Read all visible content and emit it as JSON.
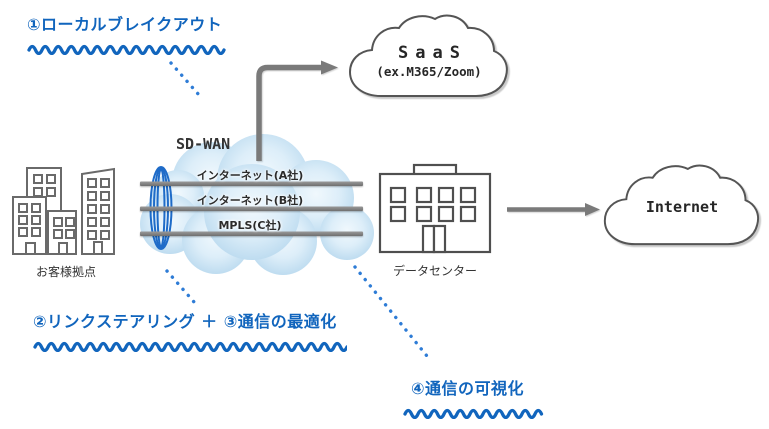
{
  "annotations": {
    "local_breakout": {
      "label": "①ローカルブレイクアウト"
    },
    "link_steering_optimize": {
      "label": "②リンクステアリング ＋ ③通信の最適化"
    },
    "visualization": {
      "label": "④通信の可視化"
    }
  },
  "sdwan": {
    "title": "SD-WAN",
    "links": [
      {
        "label": "インターネット(A社)"
      },
      {
        "label": "インターネット(B社)"
      },
      {
        "label": "MPLS(C社)"
      }
    ]
  },
  "nodes": {
    "customer": {
      "label": "お客様拠点"
    },
    "datacenter": {
      "label": "データセンター"
    },
    "saas": {
      "line1": "SaaS",
      "line2": "(ex.M365/Zoom)"
    },
    "internet": {
      "label": "Internet"
    }
  },
  "colors": {
    "accent_blue": "#1165BD",
    "dotted_blue": "#2E7CD6",
    "bundle_blue": "#1E6BC8",
    "bar_gray": "#828282",
    "arrow_gray": "#7A7A7A",
    "cloud_outline_gray": "#555555",
    "cloud_fill_edge": "#BEDCF0",
    "cloud_fill_center": "#F0F8FD"
  }
}
